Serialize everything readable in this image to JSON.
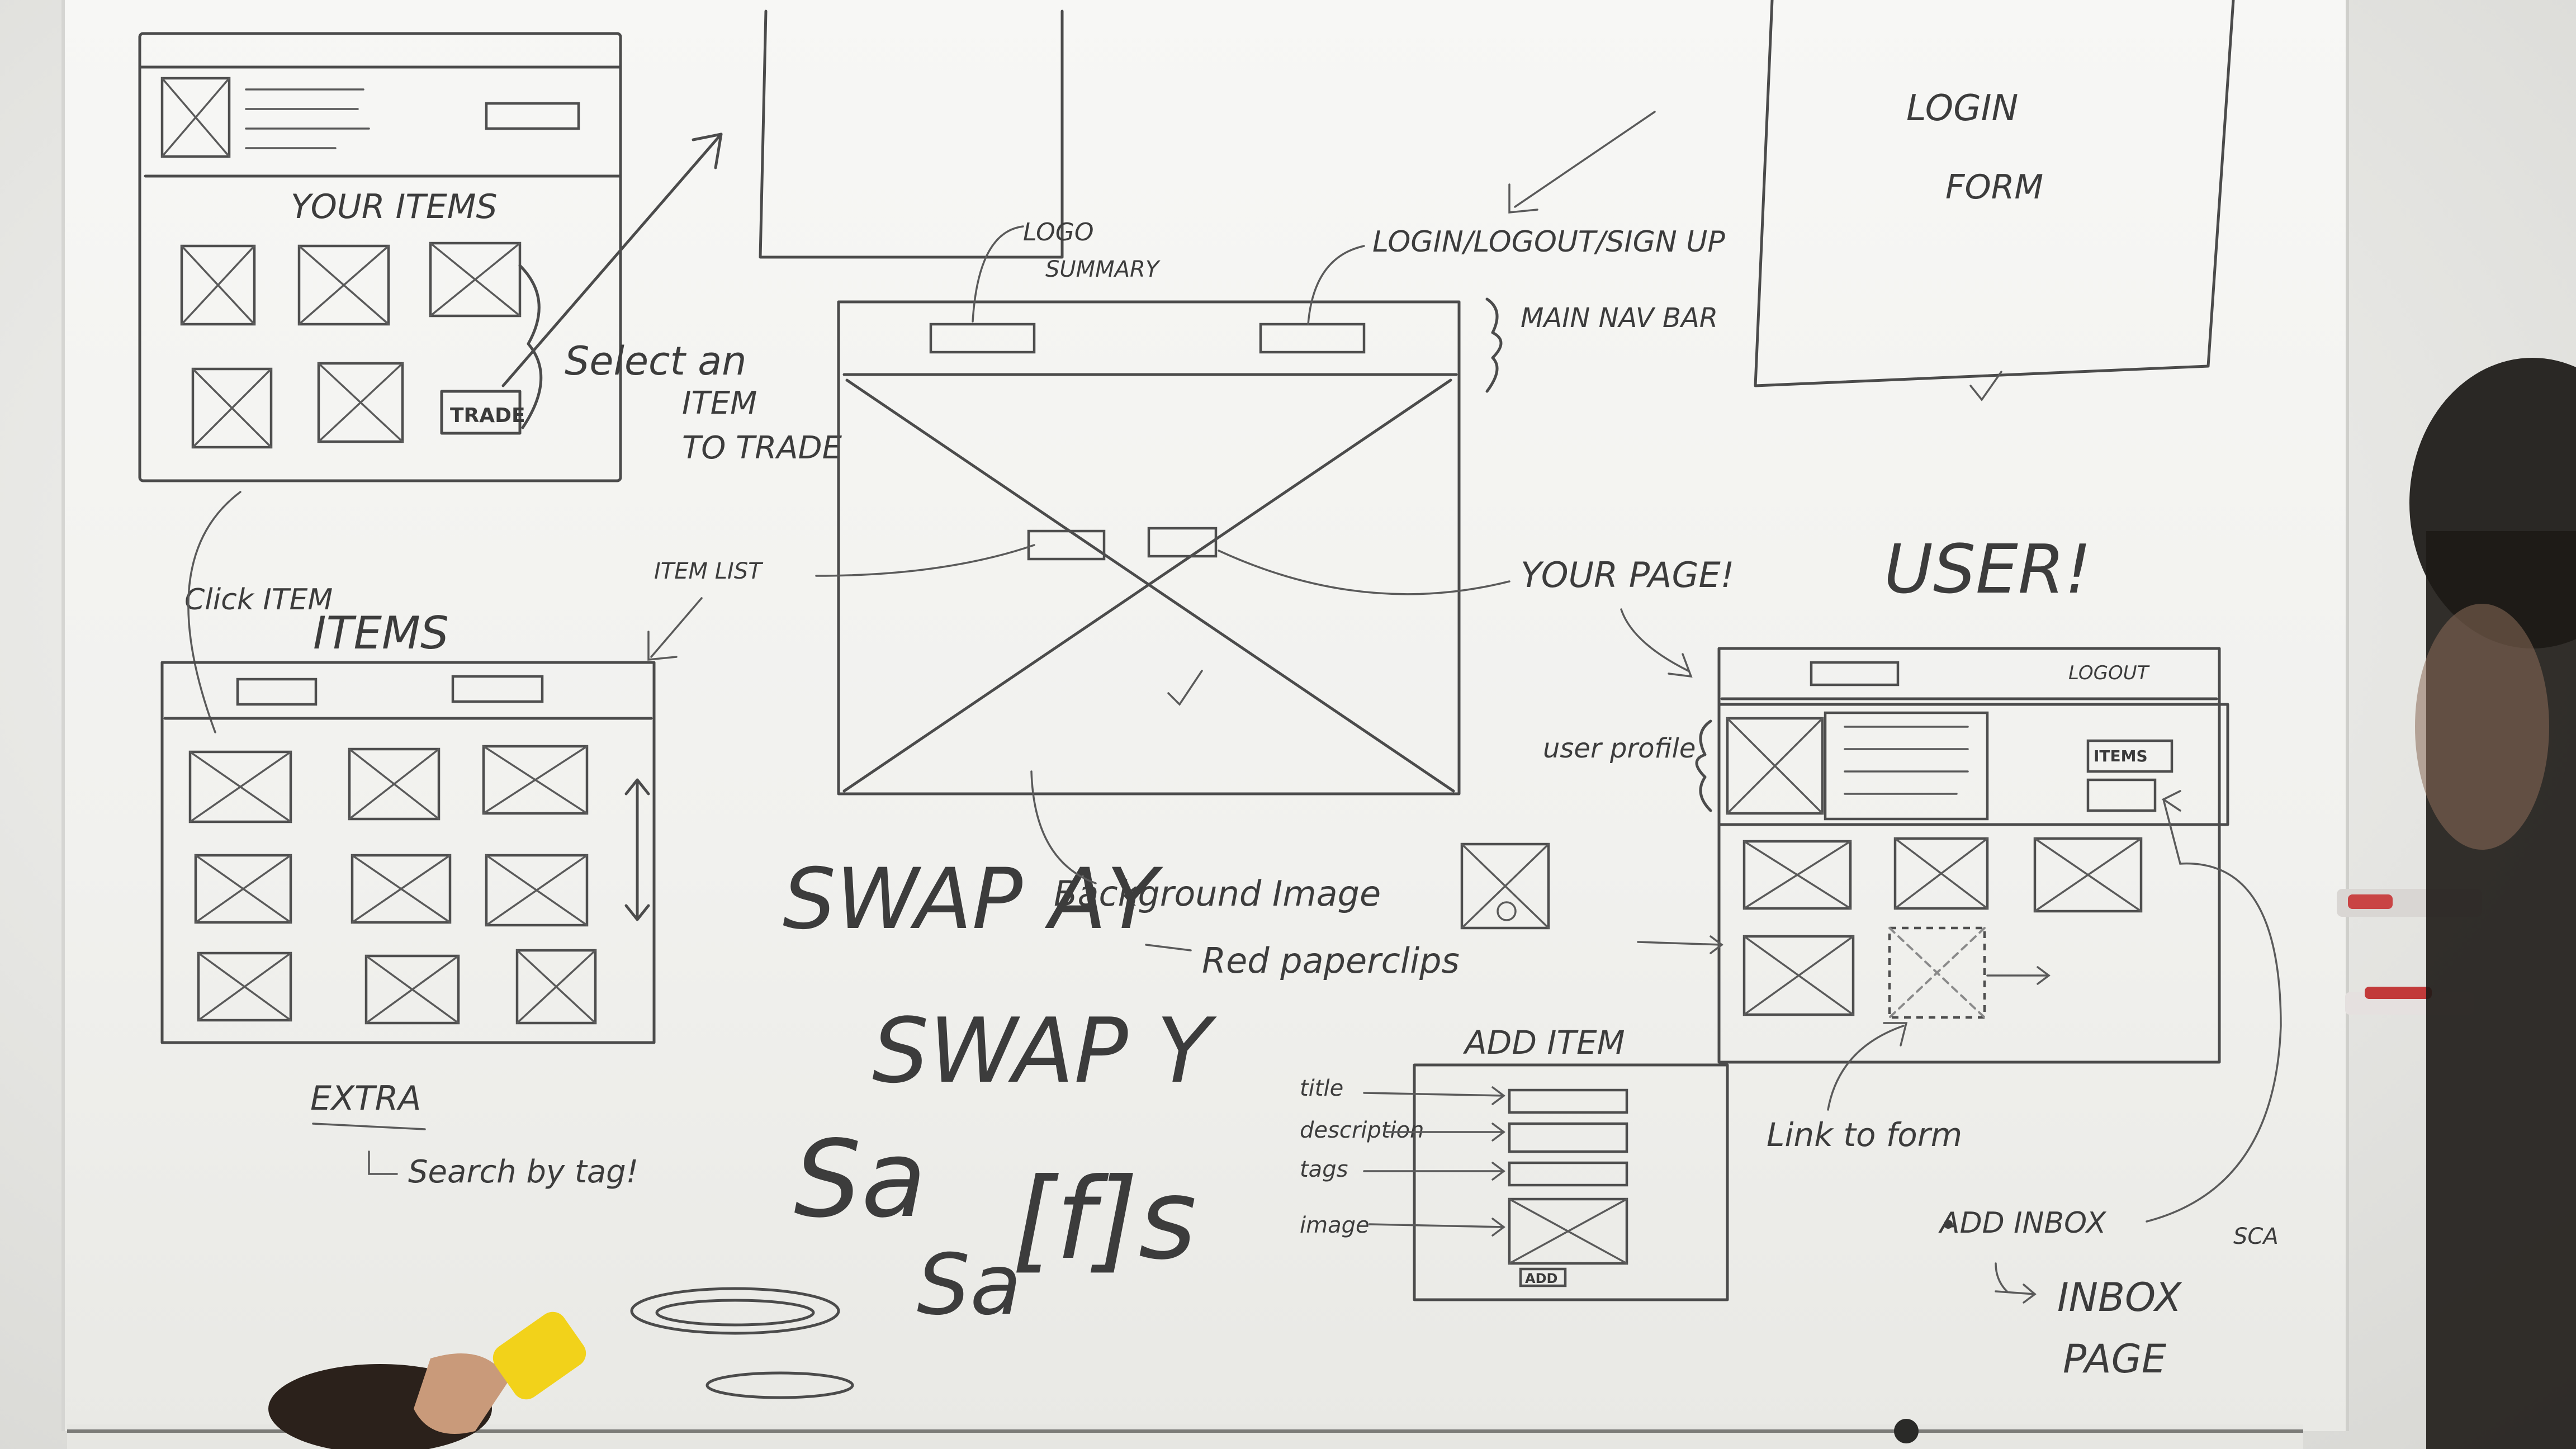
{
  "photo": {
    "subject": "whiteboard wireframe sketches",
    "colors": {
      "board": "#f4f4f2",
      "marker": "#3c3c3c",
      "eraser": "#f2d21a",
      "person_shadow": "#1a1815"
    }
  },
  "notes": {
    "trade_page": {
      "your_items": "YOUR ITEMS",
      "trade_btn": "TRADE",
      "select_note_1": "Select an",
      "select_note_2": "ITEM",
      "select_note_3": "TO TRADE"
    },
    "main": {
      "logo": "LOGO",
      "summary": "SUMMARY",
      "login_note": "LOGIN/LOGOUT/SIGN UP",
      "main_nav": "MAIN NAV BAR",
      "item_list": "ITEM LIST",
      "your_page": "YOUR PAGE!"
    },
    "login": {
      "line1": "LOGIN",
      "line2": "FORM"
    },
    "items_page": {
      "click_item": "Click ITEM",
      "items_title": "ITEMS",
      "extra": "EXTRA",
      "search_by_tag": "Search by tag!"
    },
    "brand": {
      "swap_ay": "SWAP AY",
      "swap_py": "SWAP Y",
      "background_image": "Background Image",
      "red_paperclips": "Red paperclips",
      "sa": "Sa",
      "sa2": "Sa",
      "fs": "[f]s"
    },
    "add_item": {
      "title": "ADD ITEM",
      "title_label": "title",
      "description_label": "description",
      "tags_label": "tags",
      "image_label": "image",
      "button": "ADD"
    },
    "user_page": {
      "user": "USER!",
      "user_profile": "user profile",
      "logout": "LOGOUT",
      "items_btn": "ITEMS",
      "link_to_form": "Link to form",
      "add_inbox": "ADD INBOX",
      "inbox_page_1": "INBOX",
      "inbox_page_2": "PAGE",
      "side_note": "SCA"
    }
  }
}
